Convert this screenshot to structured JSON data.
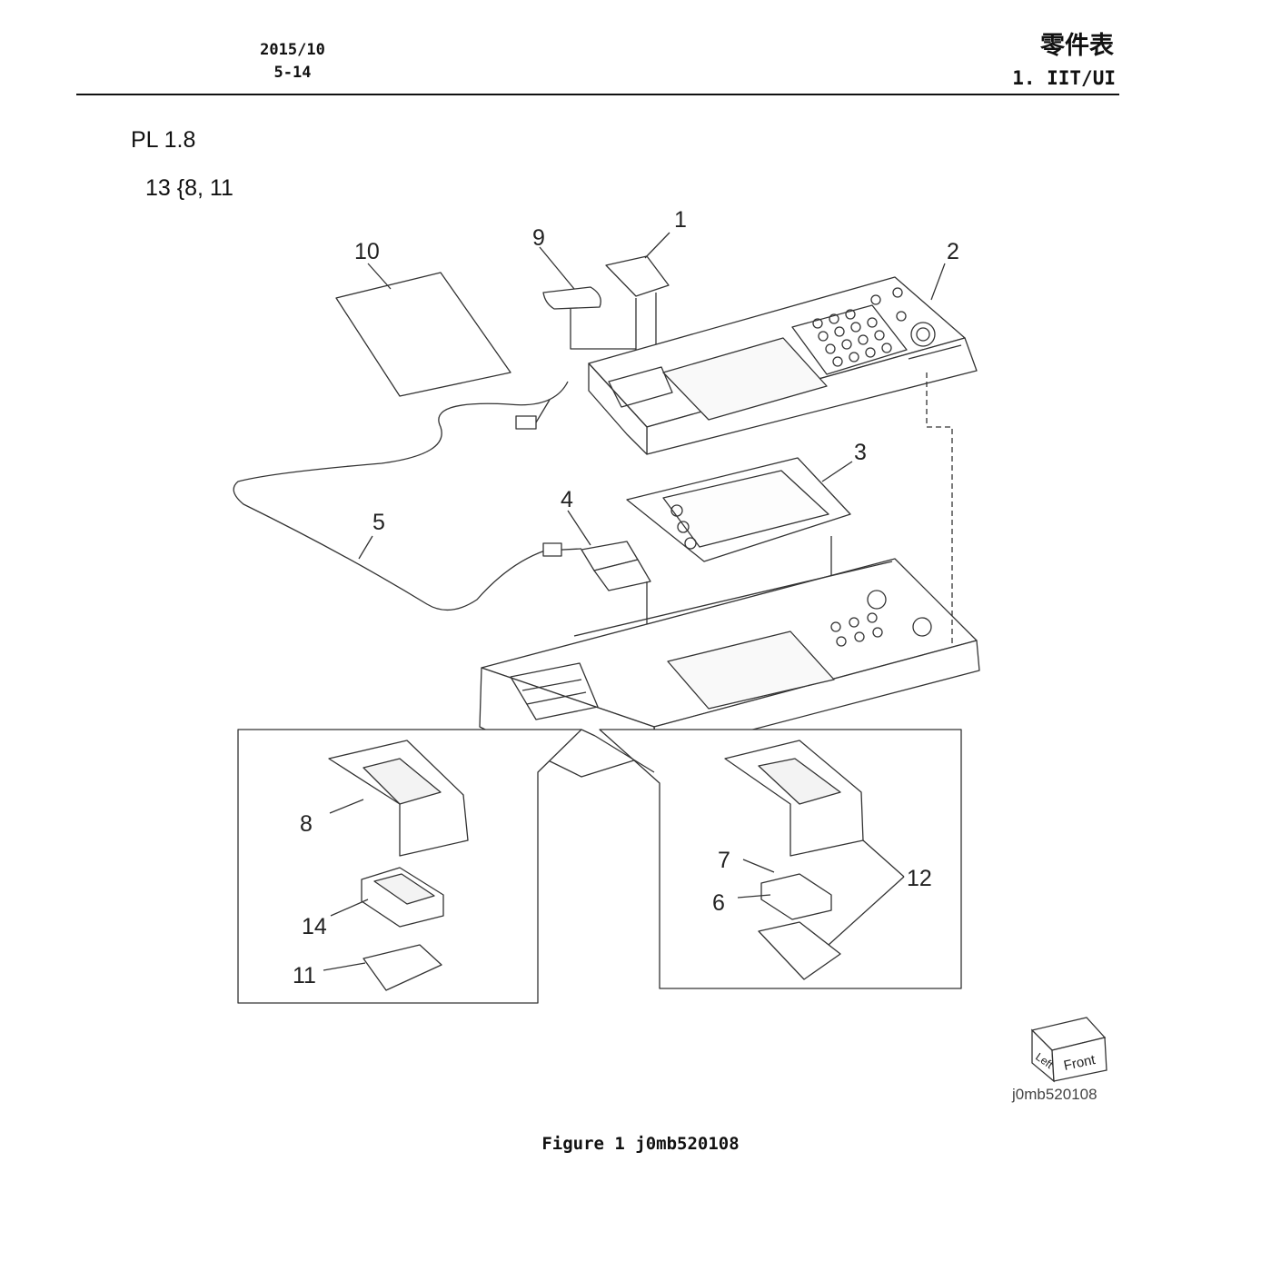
{
  "header": {
    "date": "2015/10",
    "page": "5-14",
    "title": "零件表",
    "section": "1. IIT/UI"
  },
  "parts_list": {
    "id": "PL 1.8",
    "kit_number": "13",
    "kit_members": "8, 11"
  },
  "callouts": {
    "c1": "1",
    "c2": "2",
    "c3": "3",
    "c4": "4",
    "c5": "5",
    "c6": "6",
    "c7": "7",
    "c8": "8",
    "c9": "9",
    "c10": "10",
    "c11": "11",
    "c12": "12",
    "c14": "14"
  },
  "orientation": {
    "left": "Left",
    "front": "Front"
  },
  "figure_code": "j0mb520108",
  "caption": "Figure 1 j0mb520108"
}
